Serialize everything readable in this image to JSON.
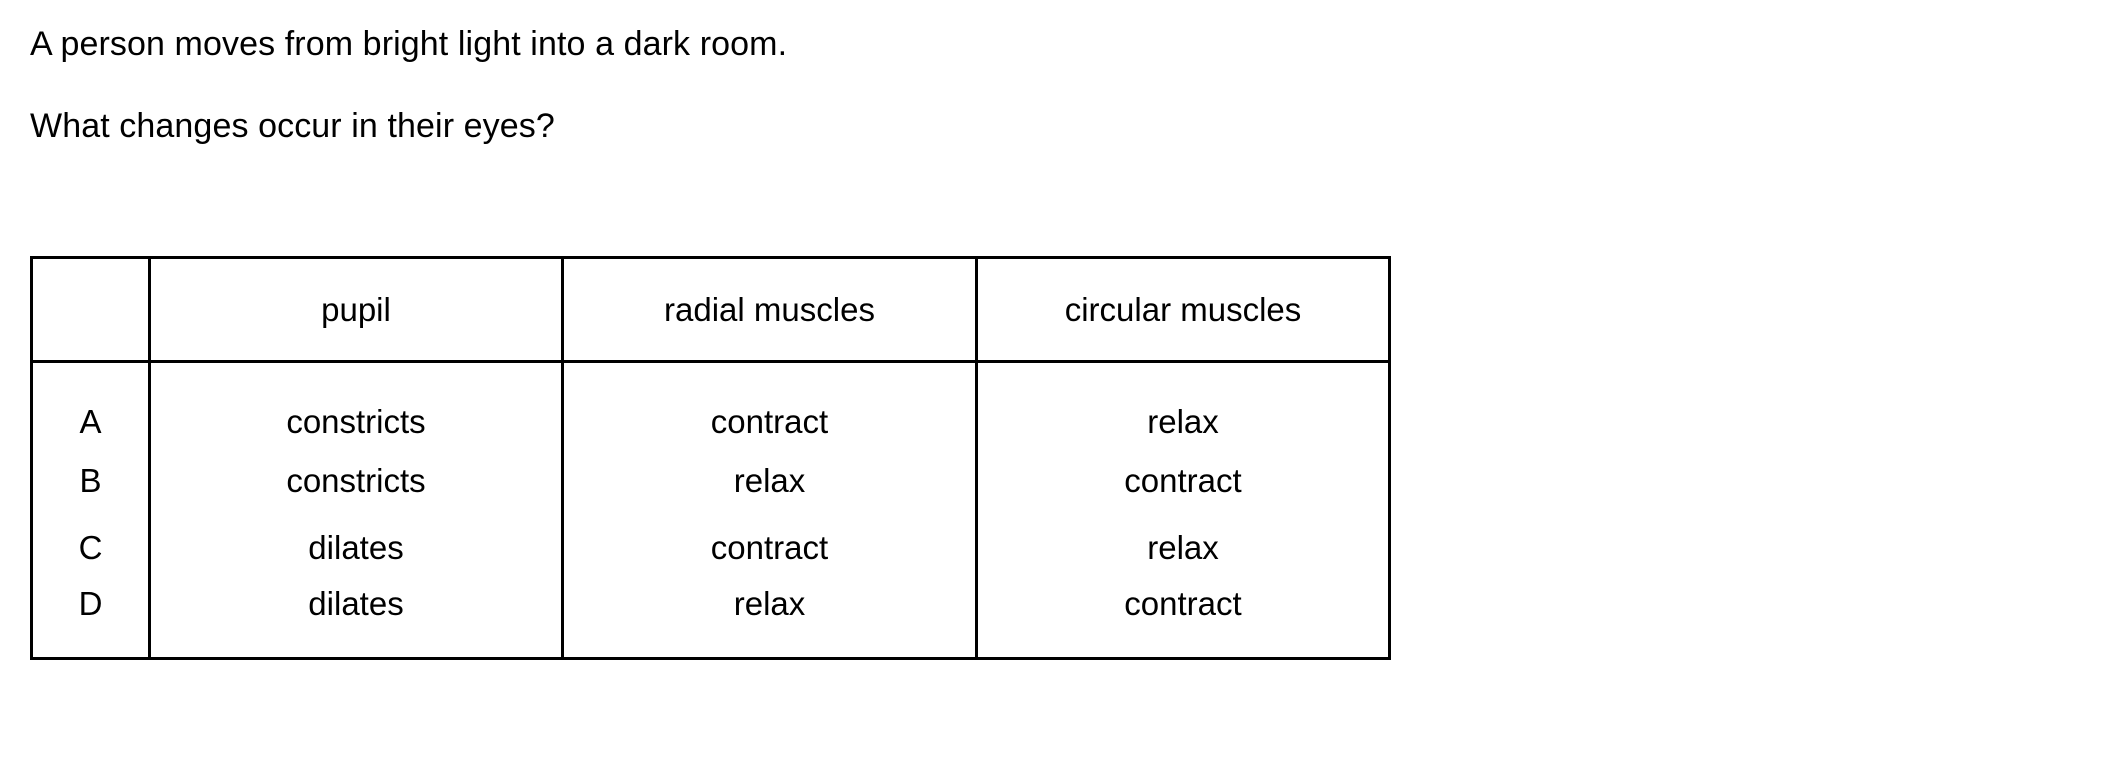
{
  "question": {
    "stem_line_1": "A person moves from bright light into a dark room.",
    "stem_line_2": "What changes occur in their eyes?"
  },
  "answer_table": {
    "headers": {
      "key": "",
      "pupil": "pupil",
      "radial": "radial muscles",
      "circular": "circular muscles"
    },
    "rows": [
      {
        "key": "A",
        "pupil": "constricts",
        "radial": "contract",
        "circular": "relax"
      },
      {
        "key": "B",
        "pupil": "constricts",
        "radial": "relax",
        "circular": "contract"
      },
      {
        "key": "C",
        "pupil": "dilates",
        "radial": "contract",
        "circular": "relax"
      },
      {
        "key": "D",
        "pupil": "dilates",
        "radial": "relax",
        "circular": "contract"
      }
    ]
  },
  "colors": {
    "text": "#000000",
    "background": "#ffffff",
    "border": "#000000"
  }
}
